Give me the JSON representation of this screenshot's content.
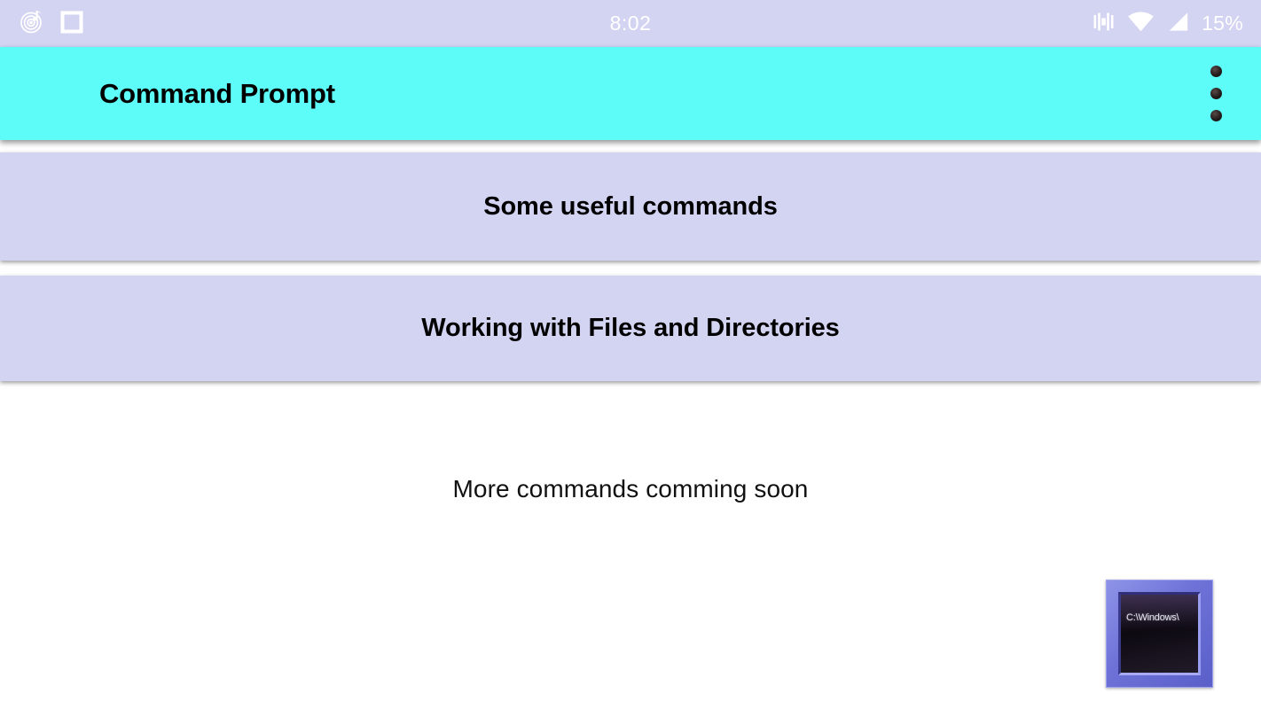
{
  "status_bar": {
    "background_color": "#d3d3f2",
    "clock": "8:02",
    "battery_percent": "15%",
    "left_icons": [
      {
        "name": "music-note-icon"
      },
      {
        "name": "square-outline-icon"
      }
    ],
    "right_icons": [
      {
        "name": "vibrate-icon"
      },
      {
        "name": "wifi-icon"
      },
      {
        "name": "cellular-signal-icon"
      }
    ]
  },
  "app_bar": {
    "title": "Command Prompt",
    "background_color": "#5efcf9",
    "title_color": "#000000",
    "overflow_menu_label": "More options"
  },
  "main": {
    "cards": [
      {
        "label": "Some useful commands"
      },
      {
        "label": "Working with Files and Directories"
      }
    ],
    "card_background_color": "#d3d3f2",
    "footer_note": "More commands comming soon"
  },
  "cmd_icon": {
    "name": "command-prompt-icon",
    "screen_text": "C:\\Windows\\",
    "frame_color": "#6f73d8"
  }
}
